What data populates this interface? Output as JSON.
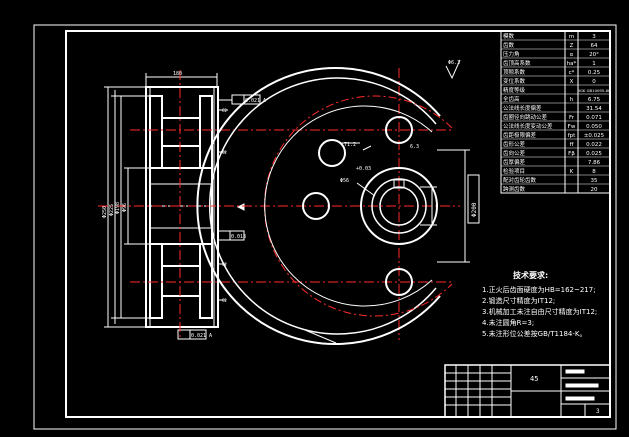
{
  "parameters": [
    {
      "name": "模数",
      "symbol": "m",
      "value": "3"
    },
    {
      "name": "齿数",
      "symbol": "Z",
      "value": "64"
    },
    {
      "name": "压力角",
      "symbol": "α",
      "value": "20°"
    },
    {
      "name": "齿顶高系数",
      "symbol": "ha*",
      "value": "1"
    },
    {
      "name": "顶隙系数",
      "symbol": "c*",
      "value": "0.25"
    },
    {
      "name": "变位系数",
      "symbol": "X",
      "value": "0"
    },
    {
      "name": "精度等级",
      "symbol": "",
      "value": "8GK GB10095-88"
    },
    {
      "name": "全齿高",
      "symbol": "h",
      "value": "6.75"
    },
    {
      "name": "公法线长度偏差",
      "symbol": "",
      "value": "31.54"
    },
    {
      "name": "齿圈径向跳动公差",
      "symbol": "Fr",
      "value": "0.071"
    },
    {
      "name": "公法线长度变动公差",
      "symbol": "Fw",
      "value": "0.050"
    },
    {
      "name": "齿距极限偏差",
      "symbol": "fpt",
      "value": "±0.025"
    },
    {
      "name": "齿形公差",
      "symbol": "ff",
      "value": "0.022"
    },
    {
      "name": "齿向公差",
      "symbol": "Fβ",
      "value": "0.025"
    },
    {
      "name": "齿厚偏差",
      "symbol": "",
      "value": "7.86"
    },
    {
      "name": "检验项目",
      "symbol": "K",
      "value": "8"
    },
    {
      "name": "配对齿轮齿数",
      "symbol": "",
      "value": "35"
    },
    {
      "name": "跨测齿数",
      "symbol": "",
      "value": "20"
    }
  ],
  "requirements": {
    "title": "技术要求:",
    "items": [
      "1.正火后齿面硬度为HB=162~217;",
      "2.锻造尺寸精度为IT12;",
      "3.机械加工未注自由尺寸精度为IT12;",
      "4.未注圆角R=3;",
      "5.未注形位公差按GB/T1184-K。"
    ]
  },
  "title_block": {
    "material": "45",
    "sheet": "3"
  },
  "annotations": {
    "dim_top": "180",
    "dim_keyway": "71.2",
    "dim_pcd": "Φ200",
    "dim_hole": "Φ56",
    "tol_bore": "+0.03",
    "roughness": "6.3",
    "gtol_top": "0.021 A",
    "gtol_mid": "0.018",
    "gtol_bottom": "0.021 A",
    "note_right": "Φ6.3",
    "side_dims": [
      "Φ250",
      "Φ225",
      "Φ198",
      "Φ96"
    ],
    "chamfers": [
      "C2",
      "C2",
      "C2",
      "C2"
    ]
  },
  "colors": {
    "background": "#000000",
    "lines": "#ffffff",
    "centerline": "#ff2a2a"
  }
}
